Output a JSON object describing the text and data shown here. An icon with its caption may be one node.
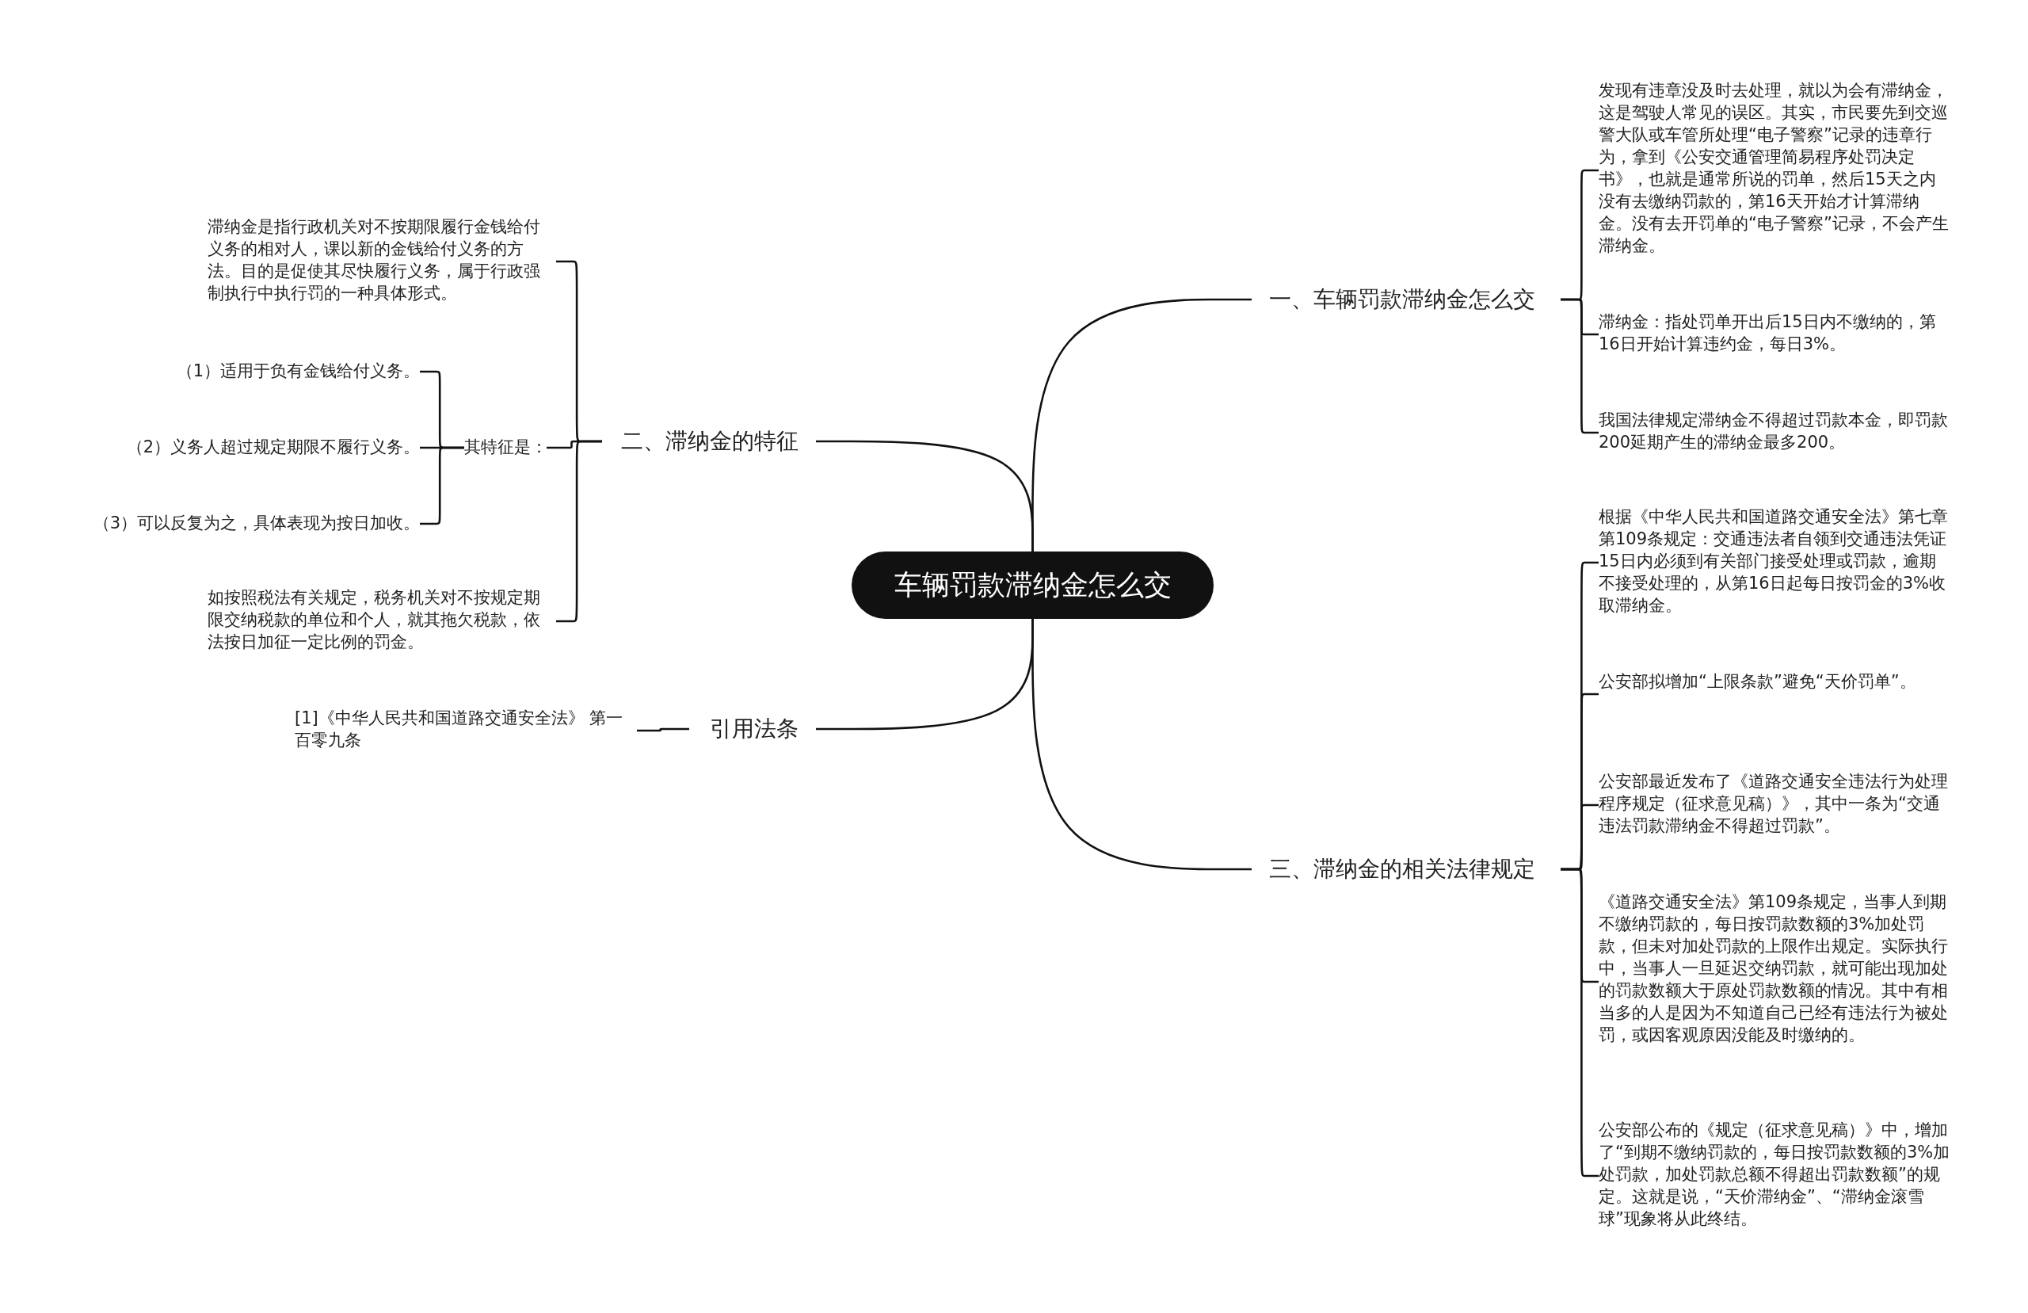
{
  "diagram": {
    "nodes": [
      {
        "text": [
          "车辆罚款滞纳金怎么交"
        ]
      },
      {
        "text": [
          "一、车辆罚款滞纳金怎么交"
        ]
      },
      {
        "text": [
          "发现有违章没及时去处理，就以为会有滞纳金，这是驾驶人常见的误区。其实，市民要先到交巡警大队或车管所处理“电子警察”记录的违章行为，拿到《公安交通管理简易程序处罚决定书》，也就是通常所说的罚单，然后15天之内没有去缴纳罚款的，第16天开始才计算滞纳金。没有去开罚单的“电子警察”记录，不会产生滞纳金。"
        ]
      },
      {
        "text": [
          "滞纳金：指处罚单开出后15日内不缴纳的，第16日开始计算违约金，每日3%。"
        ]
      },
      {
        "text": [
          "我国法律规定滞纳金不得超过罚款本金，即罚款200延期产生的滞纳金最多200。"
        ]
      },
      {
        "text": [
          "二、滞纳金的特征"
        ]
      },
      {
        "text": [
          "滞纳金是指行政机关对不按期限履行金钱给付义务的相对人，课以新的金钱给付义务的方法。目的是促使其尽快履行义务，属于行政强制执行中执行罚的一种具体形式。"
        ]
      },
      {
        "text": [
          "其特征是："
        ]
      },
      {
        "text": [
          "（1）适用于负有金钱给付义务。"
        ]
      },
      {
        "text": [
          "（2）义务人超过规定期限不履行义务。"
        ]
      },
      {
        "text": [
          "（3）可以反复为之，具体表现为按日加收。"
        ]
      },
      {
        "text": [
          "如按照税法有关规定，税务机关对不按规定期限交纳税款的单位和个人，就其拖欠税款，依法按日加征一定比例的罚金。"
        ]
      },
      {
        "text": [
          "引用法条"
        ]
      },
      {
        "text": [
          "[1]《中华人民共和国道路交通安全法》 第一百零九条"
        ]
      },
      {
        "text": [
          "三、滞纳金的相关法律规定"
        ]
      },
      {
        "text": [
          "根据《中华人民共和国道路交通安全法》第七章第109条规定：交通违法者自领到交通违法凭证15日内必须到有关部门接受处理或罚款，逾期不接受处理的，从第16日起每日按罚金的3%收取滞纳金。"
        ]
      },
      {
        "text": [
          "公安部拟增加“上限条款”避免“天价罚单”。"
        ]
      },
      {
        "text": [
          "公安部最近发布了《道路交通安全违法行为处理程序规定（征求意见稿）》，其中一条为“交通违法罚款滞纳金不得超过罚款”。"
        ]
      },
      {
        "text": [
          "《道路交通安全法》第109条规定，当事人到期不缴纳罚款的，每日按罚款数额的3%加处罚款，但未对加处罚款的上限作出规定。实际执行中，当事人一旦延迟交纳罚款，就可能出现加处的罚款数额大于原处罚款数额的情况。其中有相当多的人是因为不知道自己已经有违法行为被处罚，或因客观原因没能及时缴纳的。"
        ]
      },
      {
        "text": [
          "公安部公布的《规定（征求意见稿）》中，增加了“到期不缴纳罚款的，每日按罚款数额的3%加处罚款，加处罚款总额不得超出罚款数额”的规定。这就是说，“天价滞纳金”、“滞纳金滚雪球”现象将从此终结。"
        ]
      }
    ],
    "edges": [
      {
        "from": 0,
        "to": 1,
        "arrow": "none"
      },
      {
        "from": 1,
        "to": 2,
        "arrow": "none"
      },
      {
        "from": 1,
        "to": 3,
        "arrow": "none"
      },
      {
        "from": 1,
        "to": 4,
        "arrow": "none"
      },
      {
        "from": 0,
        "to": 5,
        "arrow": "none"
      },
      {
        "from": 5,
        "to": 6,
        "arrow": "none"
      },
      {
        "from": 5,
        "to": 7,
        "arrow": "none"
      },
      {
        "from": 7,
        "to": 8,
        "arrow": "none"
      },
      {
        "from": 7,
        "to": 9,
        "arrow": "none"
      },
      {
        "from": 7,
        "to": 10,
        "arrow": "none"
      },
      {
        "from": 5,
        "to": 11,
        "arrow": "none"
      },
      {
        "from": 0,
        "to": 12,
        "arrow": "none"
      },
      {
        "from": 12,
        "to": 13,
        "arrow": "none"
      },
      {
        "from": 0,
        "to": 14,
        "arrow": "none"
      },
      {
        "from": 14,
        "to": 15,
        "arrow": "none"
      },
      {
        "from": 14,
        "to": 16,
        "arrow": "none"
      },
      {
        "from": 14,
        "to": 17,
        "arrow": "none"
      },
      {
        "from": 14,
        "to": 18,
        "arrow": "none"
      },
      {
        "from": 14,
        "to": 19,
        "arrow": "none"
      }
    ]
  }
}
